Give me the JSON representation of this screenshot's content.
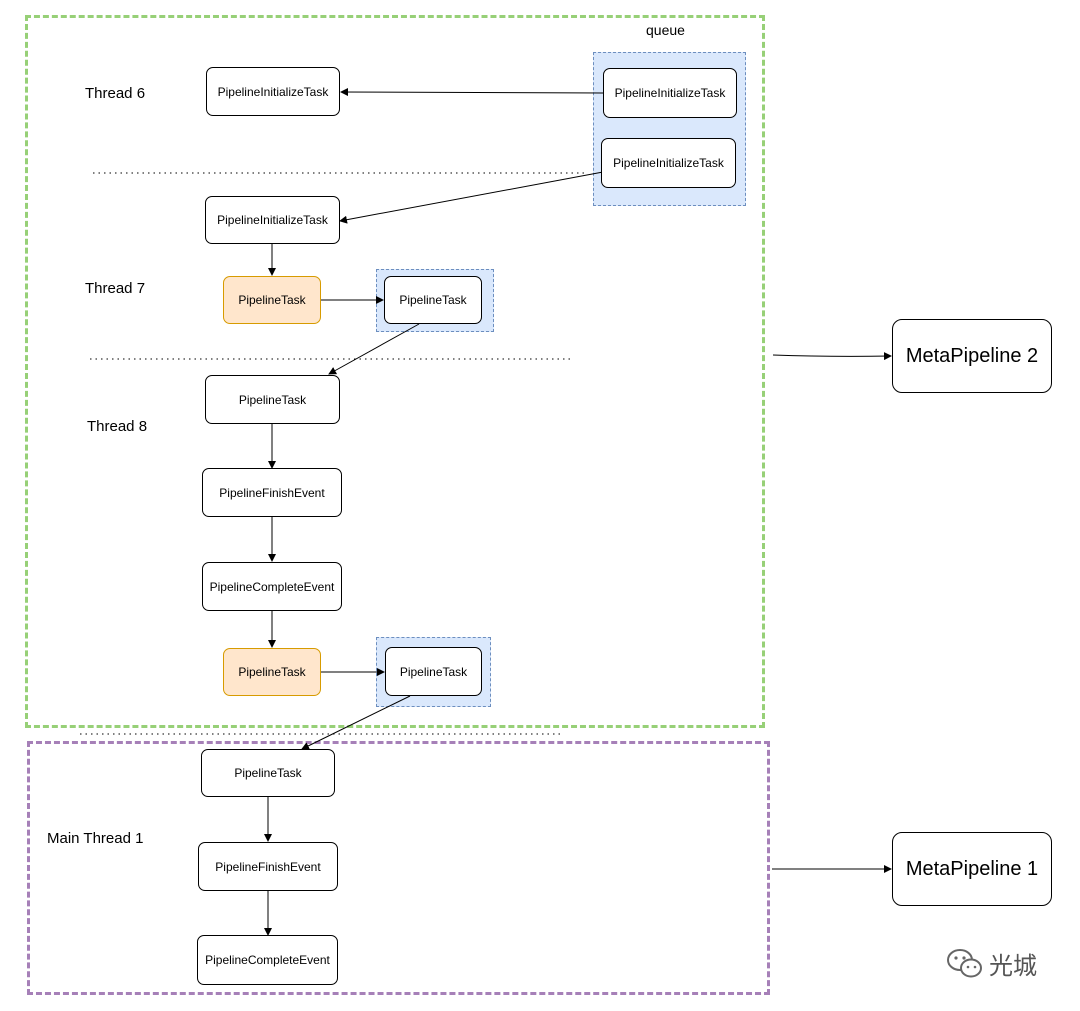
{
  "labels": {
    "queue": "queue",
    "thread6": "Thread 6",
    "thread7": "Thread 7",
    "thread8": "Thread 8",
    "main_thread1": "Main Thread 1"
  },
  "nodes": {
    "q_init1": "PipelineInitializeTask",
    "q_init2": "PipelineInitializeTask",
    "t6_init": "PipelineInitializeTask",
    "t7_init": "PipelineInitializeTask",
    "t7_task": "PipelineTask",
    "t7_queued_task": "PipelineTask",
    "t8_task": "PipelineTask",
    "t8_finish": "PipelineFinishEvent",
    "t8_complete": "PipelineCompleteEvent",
    "t8_task2": "PipelineTask",
    "t8_queued_task": "PipelineTask",
    "m_task": "PipelineTask",
    "m_finish": "PipelineFinishEvent",
    "m_complete": "PipelineCompleteEvent",
    "meta2": "MetaPipeline 2",
    "meta1": "MetaPipeline 1"
  },
  "watermark": {
    "text": "光城",
    "icon": "wechat-icon"
  },
  "colors": {
    "thread_group_border": "#97d077",
    "main_group_border": "#a680b8",
    "queue_fill": "#dae8fc",
    "queue_border": "#6c8ebf",
    "highlight_fill": "#ffe6cc",
    "highlight_border": "#d79b00"
  }
}
